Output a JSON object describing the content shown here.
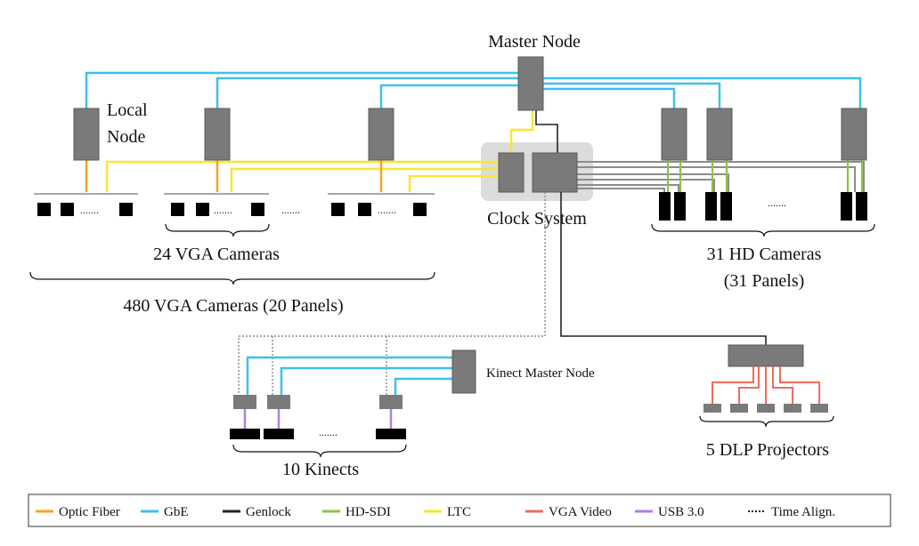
{
  "labels": {
    "master_node": "Master Node",
    "local_node_line1": "Local",
    "local_node_line2": "Node",
    "clock_system": "Clock System",
    "vga_24": "24 VGA Cameras",
    "vga_480": "480 VGA Cameras (20 Panels)",
    "hd_31_line1": "31 HD Cameras",
    "hd_31_line2": "(31 Panels)",
    "kinect_master": "Kinect Master Node",
    "kinects_10": "10 Kinects",
    "dlp_5": "5 DLP Projectors",
    "ellipsis": "......."
  },
  "legend": [
    {
      "label": "Optic Fiber",
      "color": "#f5a623",
      "style": "solid"
    },
    {
      "label": "GbE",
      "color": "#3ec0ec",
      "style": "solid"
    },
    {
      "label": "Genlock",
      "color": "#222222",
      "style": "solid"
    },
    {
      "label": "HD-SDI",
      "color": "#8bc34a",
      "style": "solid"
    },
    {
      "label": "LTC",
      "color": "#f7e82f",
      "style": "solid"
    },
    {
      "label": "VGA Video",
      "color": "#f26b5b",
      "style": "solid"
    },
    {
      "label": "USB 3.0",
      "color": "#b07ee0",
      "style": "solid"
    },
    {
      "label": "Time Align.",
      "color": "#222222",
      "style": "dotted"
    }
  ],
  "colors": {
    "optic": "#f5a623",
    "gbe": "#3ec0ec",
    "genlock": "#222222",
    "hdsdi": "#8bc34a",
    "ltc": "#f7e82f",
    "vga": "#f26b5b",
    "usb": "#b07ee0",
    "timealign": "#888888"
  }
}
